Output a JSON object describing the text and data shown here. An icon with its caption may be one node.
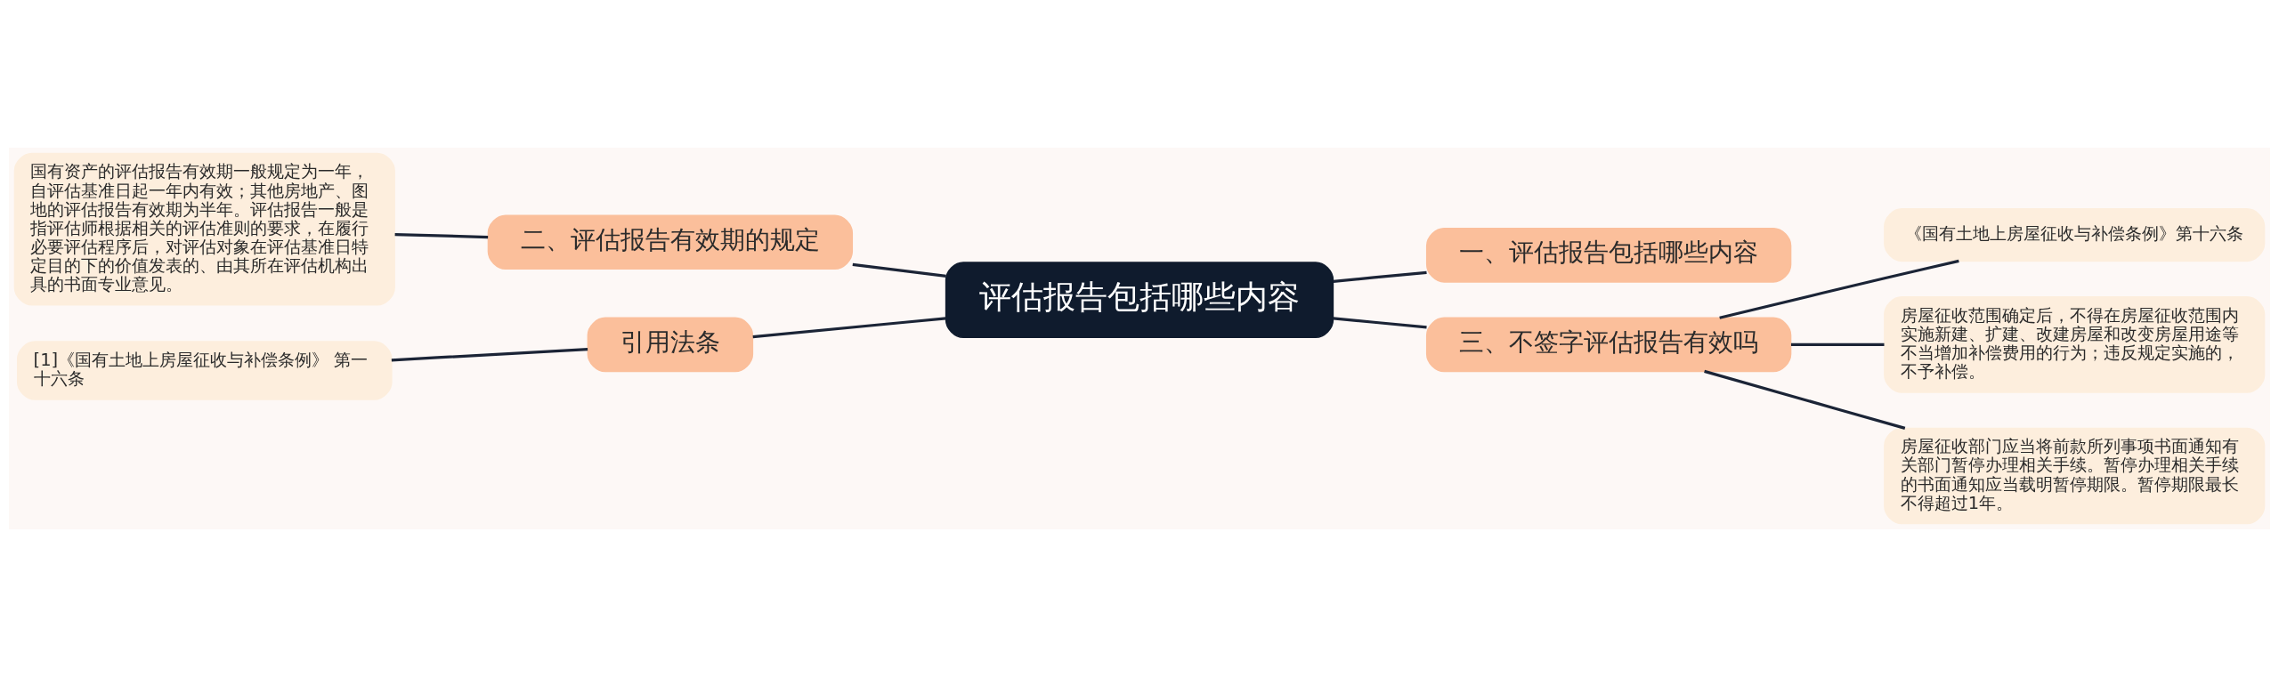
{
  "diagram": {
    "nodes": [
      {
        "text": [
          "评估报告包括哪些内容"
        ]
      },
      {
        "text": [
          "一、评估报告包括哪些内容"
        ]
      },
      {
        "text": [
          "二、评估报告有效期的规定"
        ]
      },
      {
        "text": [
          "国有资产的评估报告有效期一般规定为一年，自评估基准日起一年内有效；其他房地产、图地的评估报告有效期为半年。评估报告一般是指评估师根据相关的评估准则的要求，在履行必要评估程序后，对评估对象在评估基准日特定目的下的价值发表的、由其所在评估机构出具的书面专业意见。"
        ]
      },
      {
        "text": [
          "引用法条"
        ]
      },
      {
        "text": [
          "[1]《国有土地上房屋征收与补偿条例》 第一十六条"
        ]
      },
      {
        "text": [
          "三、不签字评估报告有效吗"
        ]
      },
      {
        "text": [
          "《国有土地上房屋征收与补偿条例》第十六条"
        ]
      },
      {
        "text": [
          "房屋征收范围确定后，不得在房屋征收范围内实施新建、扩建、改建房屋和改变房屋用途等不当增加补偿费用的行为；违反规定实施的，不予补偿。"
        ]
      },
      {
        "text": [
          "房屋征收部门应当将前款所列事项书面通知有关部门暂停办理相关手续。暂停办理相关手续的书面通知应当载明暂停期限。暂停期限最长不得超过1年。"
        ]
      }
    ],
    "edges": [
      {
        "from": 0,
        "to": 1,
        "arrow": "none"
      },
      {
        "from": 0,
        "to": 2,
        "arrow": "none"
      },
      {
        "from": 2,
        "to": 3,
        "arrow": "none"
      },
      {
        "from": 0,
        "to": 4,
        "arrow": "none"
      },
      {
        "from": 4,
        "to": 5,
        "arrow": "none"
      },
      {
        "from": 0,
        "to": 6,
        "arrow": "none"
      },
      {
        "from": 6,
        "to": 7,
        "arrow": "none"
      },
      {
        "from": 6,
        "to": 8,
        "arrow": "none"
      },
      {
        "from": 6,
        "to": 9,
        "arrow": "none"
      }
    ]
  }
}
